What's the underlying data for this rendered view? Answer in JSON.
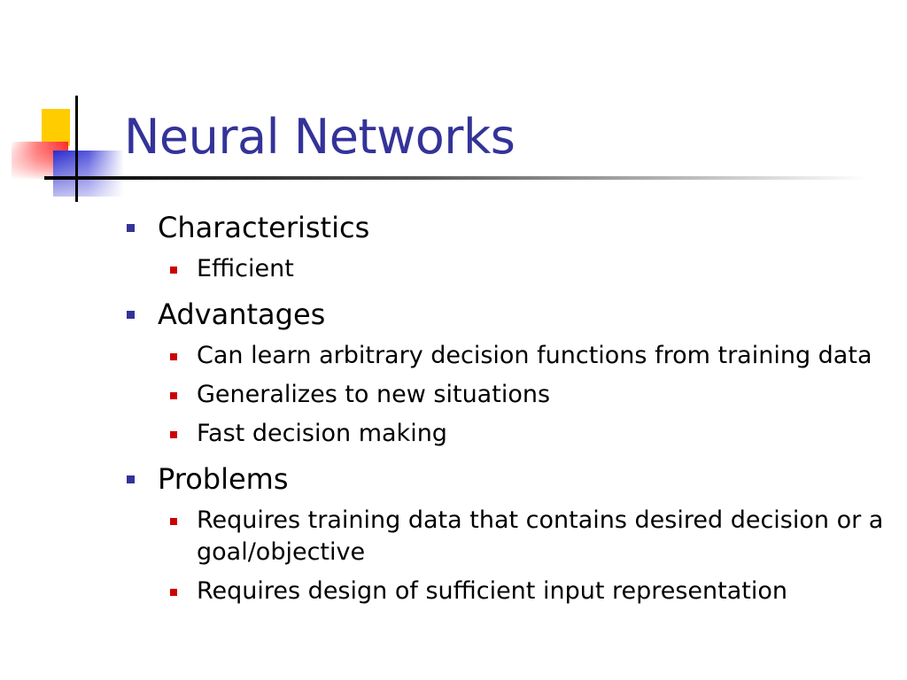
{
  "slide": {
    "title": "Neural Networks",
    "colors": {
      "title": "#333399",
      "level1_bullet": "#333399",
      "level2_bullet": "#cc0000",
      "logo_yellow": "#ffcc00",
      "logo_blue": "#3333cc",
      "logo_red": "#ff3333"
    },
    "sections": [
      {
        "label": "Characteristics",
        "items": [
          "Efficient"
        ]
      },
      {
        "label": "Advantages",
        "items": [
          "Can learn arbitrary decision functions from training data",
          "Generalizes to new situations",
          "Fast decision making"
        ]
      },
      {
        "label": "Problems",
        "items": [
          "Requires training data that contains desired decision or a goal/objective",
          "Requires design of sufficient input representation"
        ]
      }
    ]
  }
}
